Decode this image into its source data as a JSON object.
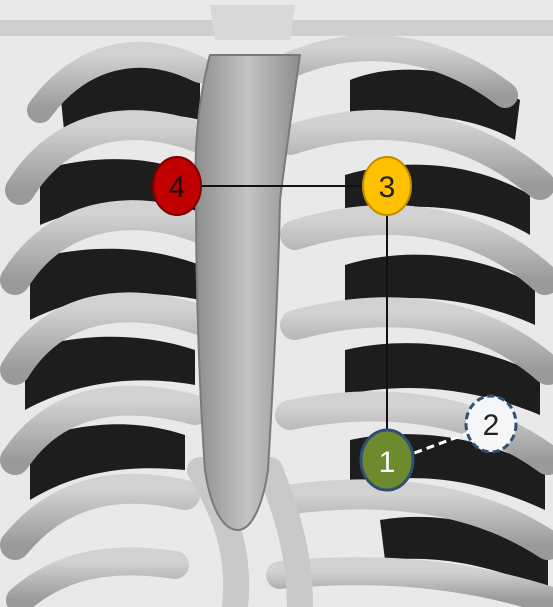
{
  "figure": {
    "background": "#ffffff",
    "bone_color": "#b9b9b9",
    "bone_shadow": "#6f6f6f",
    "rib_gap_color": "#1d1d1d",
    "line_color": "#111111"
  },
  "markers": [
    {
      "label": "1",
      "fill": "#6e8a2e",
      "stroke": "#2f4f74",
      "text_color": "#ffffff",
      "style": "solid"
    },
    {
      "label": "2",
      "fill": "#f4f6f8",
      "stroke": "#2f4f74",
      "text_color": "#222222",
      "style": "dashed"
    },
    {
      "label": "3",
      "fill": "#ffc000",
      "stroke": "#c08d00",
      "text_color": "#222222",
      "style": "solid"
    },
    {
      "label": "4",
      "fill": "#c00000",
      "stroke": "#7a0000",
      "text_color": "#111111",
      "style": "solid"
    }
  ]
}
